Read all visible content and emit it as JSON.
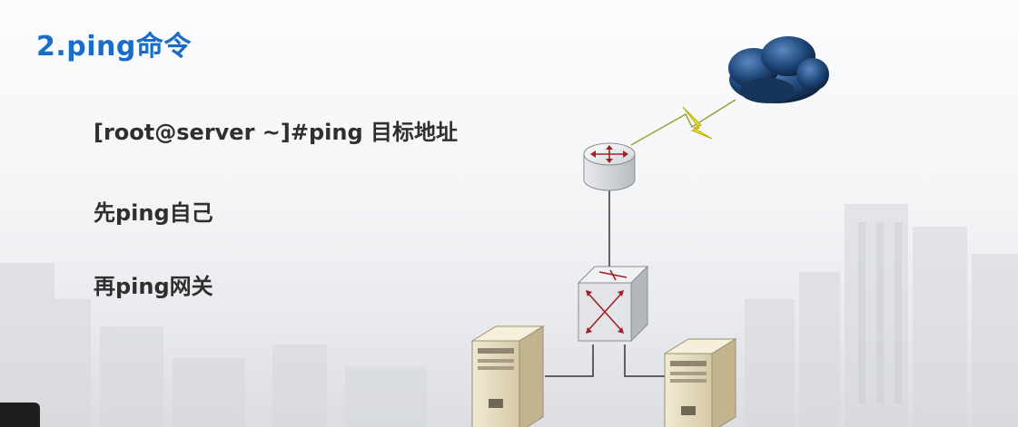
{
  "slide": {
    "title": "2.ping命令",
    "lines": [
      "[root@server ~]#ping 目标地址",
      "先ping自己",
      "再ping网关"
    ]
  },
  "diagram": {
    "nodes": [
      "cloud-icon",
      "router-icon",
      "switch-icon",
      "server-icon",
      "server-icon"
    ],
    "colors": {
      "router_arrow": "#a0202a",
      "cloud": "#1b3f6e",
      "lightning": "#f4e41a",
      "server_body": "#e6dcc0"
    }
  }
}
